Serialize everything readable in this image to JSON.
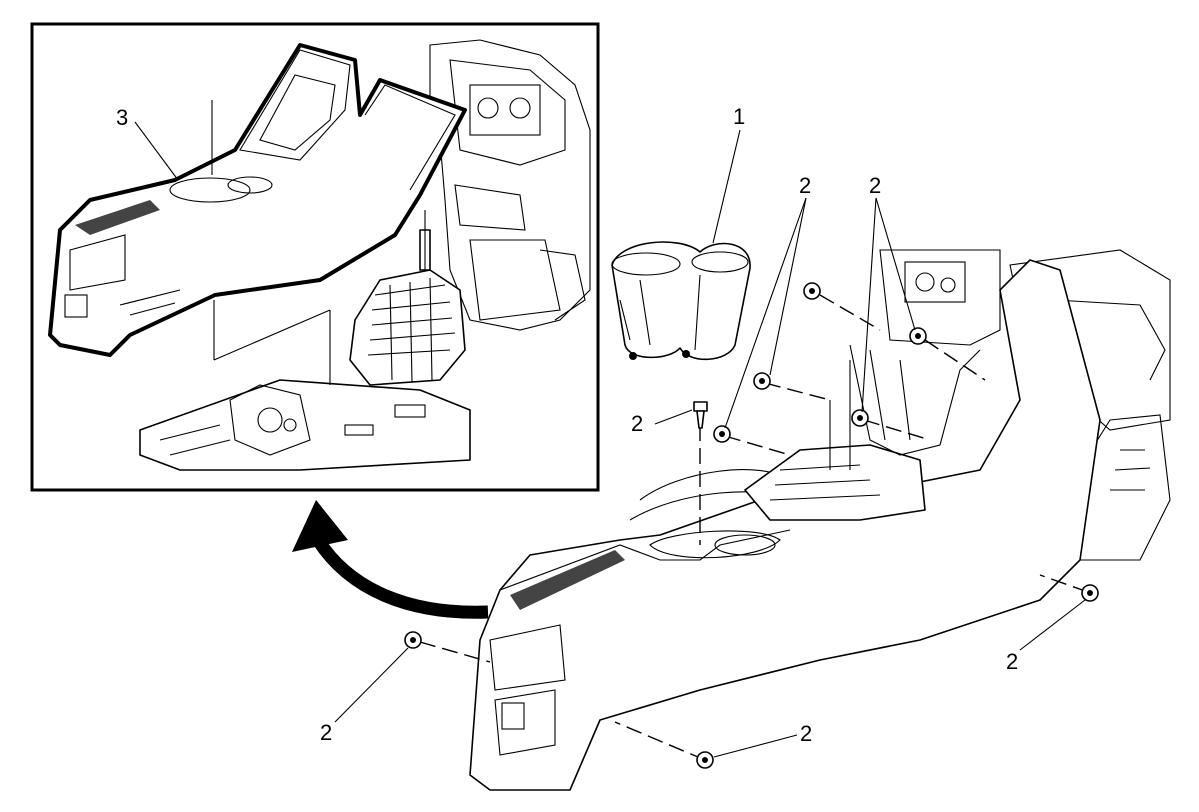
{
  "callouts": {
    "part_1": "1",
    "part_2": "2",
    "part_3": "3"
  },
  "icons": {
    "fastener": "screw-icon",
    "direction": "curved-arrow-icon",
    "component": "cup-holder-icon"
  }
}
